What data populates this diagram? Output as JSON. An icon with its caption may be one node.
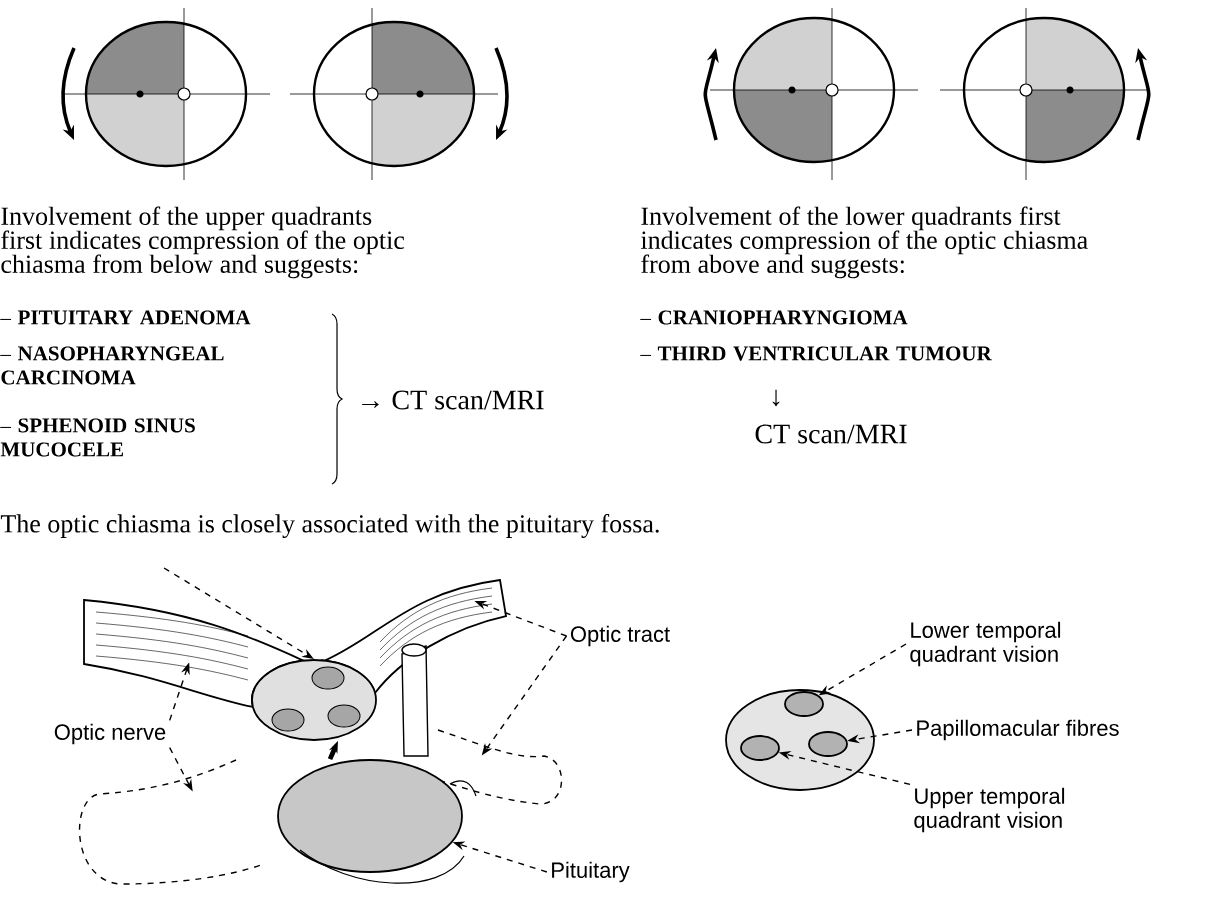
{
  "diagram": {
    "nodes": [
      {
        "text": [
          "Optic nerve"
        ]
      },
      {
        "text": [
          "Optic tract"
        ]
      },
      {
        "text": [
          "Pituitary"
        ]
      },
      {
        "text": [
          "Lower temporal quadrant vision"
        ]
      },
      {
        "text": [
          "Papillomacular fibres"
        ]
      },
      {
        "text": [
          "Upper temporal quadrant vision"
        ]
      },
      {
        "text": [],
        "shape": "picture"
      },
      {
        "text": [],
        "shape": "picture"
      },
      {
        "text": [],
        "shape": "ellipse"
      },
      {
        "text": [],
        "shape": "picture"
      },
      {
        "text": [],
        "shape": "picture"
      },
      {
        "text": [],
        "shape": "picture"
      },
      {
        "text": [],
        "shape": "ellipse"
      },
      {
        "text": [],
        "shape": "ellipse",
        "in": 12
      },
      {
        "text": [],
        "shape": "ellipse",
        "in": 12
      },
      {
        "text": [],
        "shape": "ellipse",
        "in": 12
      }
    ],
    "edges": [
      {
        "from": 0,
        "to": 6,
        "arrow": "to",
        "style": "dashed"
      },
      {
        "from": 0,
        "to": 9,
        "arrow": "to",
        "style": "dashed"
      },
      {
        "from": 1,
        "to": 7,
        "arrow": "to",
        "style": "dashed"
      },
      {
        "from": 1,
        "to": 10,
        "arrow": "to",
        "style": "dashed"
      },
      {
        "from": null,
        "to": 8,
        "arrow": "to",
        "style": "dashed"
      },
      {
        "from": 11,
        "to": 8,
        "arrow": "to",
        "style": "thick"
      },
      {
        "from": 2,
        "to": 11,
        "arrow": "to",
        "style": "dashed"
      },
      {
        "from": 3,
        "to": 13,
        "arrow": "to",
        "style": "dashed"
      },
      {
        "from": 4,
        "to": 14,
        "arrow": "to",
        "style": "dashed"
      },
      {
        "from": 5,
        "to": 15,
        "arrow": "to",
        "style": "dashed"
      }
    ],
    "labels": [
      "Involvement of the upper quadrants first indicates compression of the optic chiasma from below and suggests:",
      "– **PITUITARY ADENOMA**",
      "– **NASOPHARYNGEAL CARCINOMA**",
      "– **SPHENOID SINUS MUCOCELE**",
      "→ CT scan/MRI",
      "Involvement of the lower quadrants first indicates compression of the optic chiasma from above and suggests:",
      "– **CRANIOPHARYNGIOMA**",
      "– **THIRD VENTRICULAR TUMOUR**",
      "↓",
      "CT scan/MRI",
      "The optic chiasma is closely associated with the pituitary fossa."
    ]
  }
}
